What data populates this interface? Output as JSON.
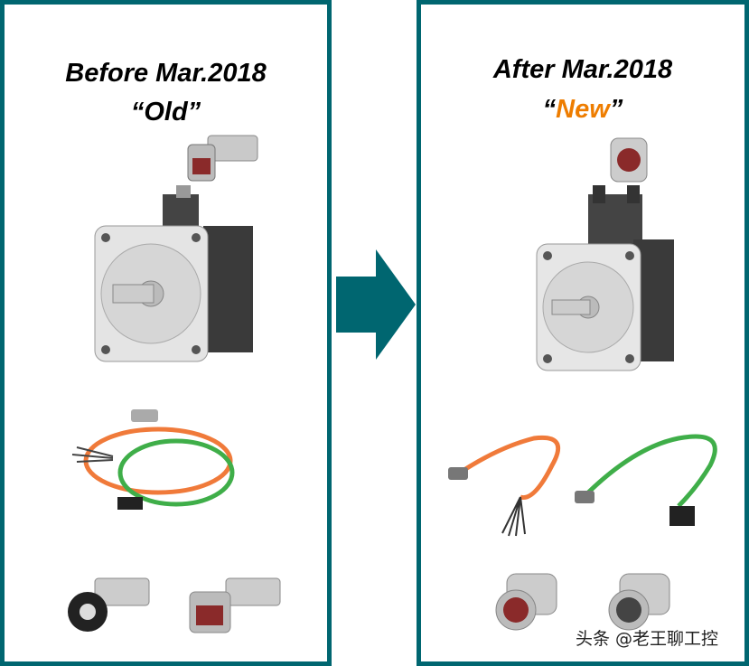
{
  "left": {
    "title": "Before Mar.2018",
    "subtitle": "“Old”"
  },
  "right": {
    "title": "After Mar.2018",
    "subtitle_open": "“",
    "subtitle_word": "New",
    "subtitle_close": "”"
  },
  "watermark": "头条 @老王聊工控",
  "colors": {
    "border": "#006670",
    "accent": "#ee7d00",
    "cable_orange": "#f07a3a",
    "cable_green": "#3fae49"
  }
}
